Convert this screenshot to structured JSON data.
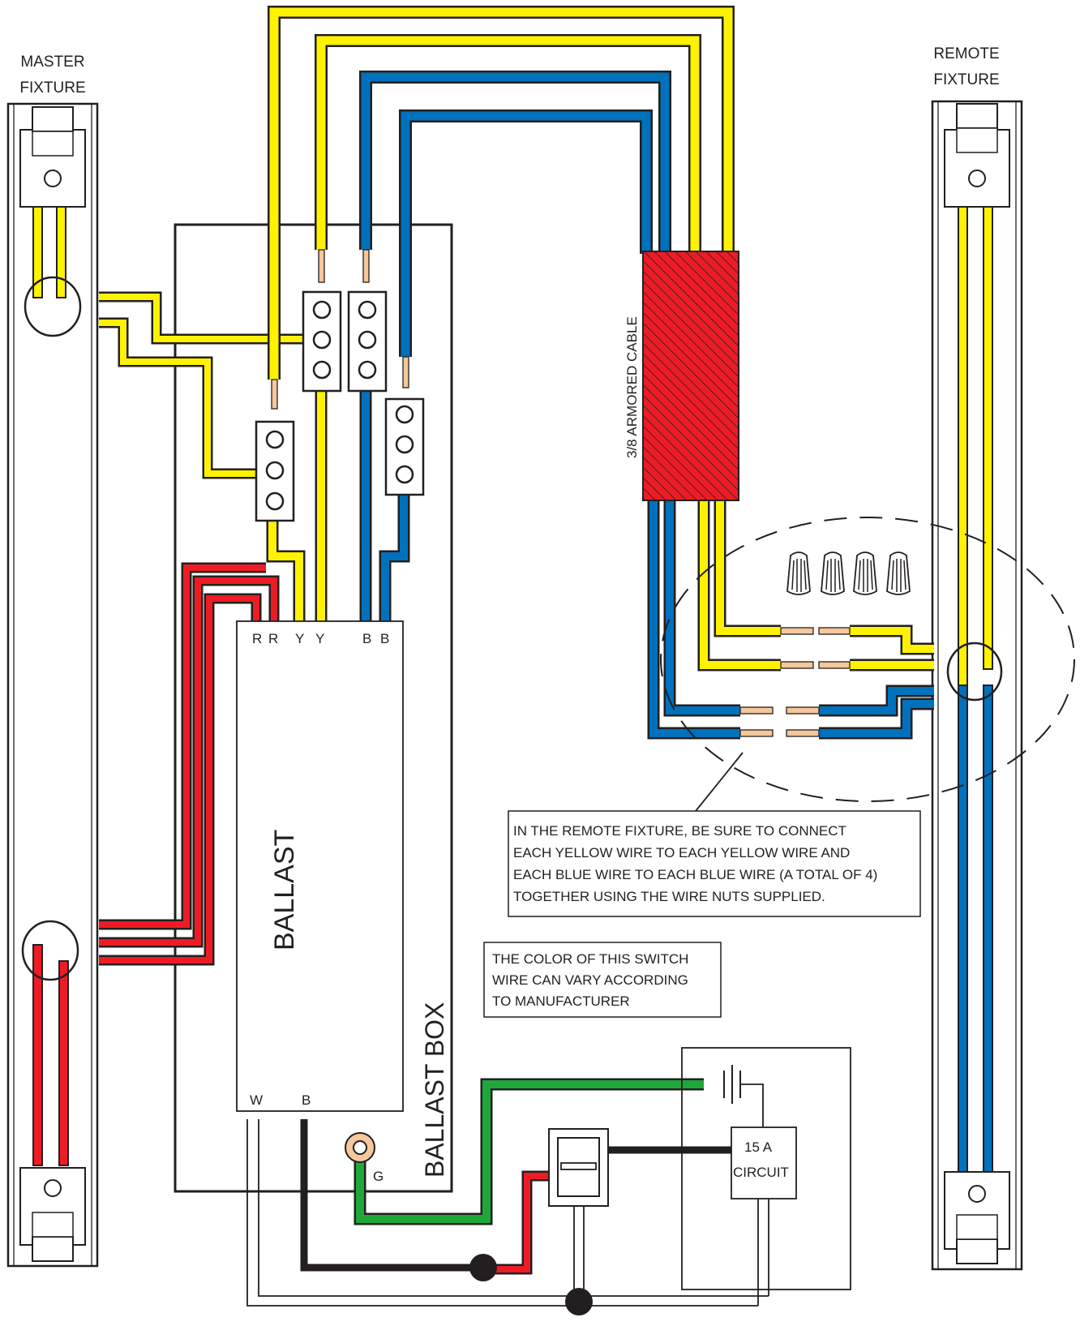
{
  "fixtures": {
    "master_label_1": "MASTER",
    "master_label_2": "FIXTURE",
    "remote_label_1": "REMOTE",
    "remote_label_2": "FIXTURE"
  },
  "ballast": {
    "label": "BALLAST",
    "box_label": "BALLAST BOX",
    "top_terminals": [
      "R",
      "R",
      "Y",
      "Y",
      "B",
      "B"
    ],
    "bottom_terminals": [
      "W",
      "B"
    ],
    "ground_label": "G"
  },
  "cable": {
    "label": "3/8 ARMORED CABLE"
  },
  "circuit": {
    "line1": "15 A",
    "line2": "CIRCUIT"
  },
  "notes": {
    "remote": [
      "IN THE REMOTE FIXTURE, BE SURE TO CONNECT",
      "EACH YELLOW WIRE TO EACH YELLOW WIRE AND",
      "EACH BLUE WIRE TO EACH BLUE WIRE (A TOTAL OF 4)",
      "TOGETHER USING THE WIRE NUTS SUPPLIED."
    ],
    "switch": [
      "THE COLOR OF THIS SWITCH",
      "WIRE CAN VARY ACCORDING",
      "TO MANUFACTURER"
    ]
  },
  "colors": {
    "yellow": "#fff200",
    "blue": "#0071bc",
    "red": "#ed1c24",
    "green": "#1fa83a",
    "black": "#231f20",
    "copper": "#f5c79a"
  }
}
